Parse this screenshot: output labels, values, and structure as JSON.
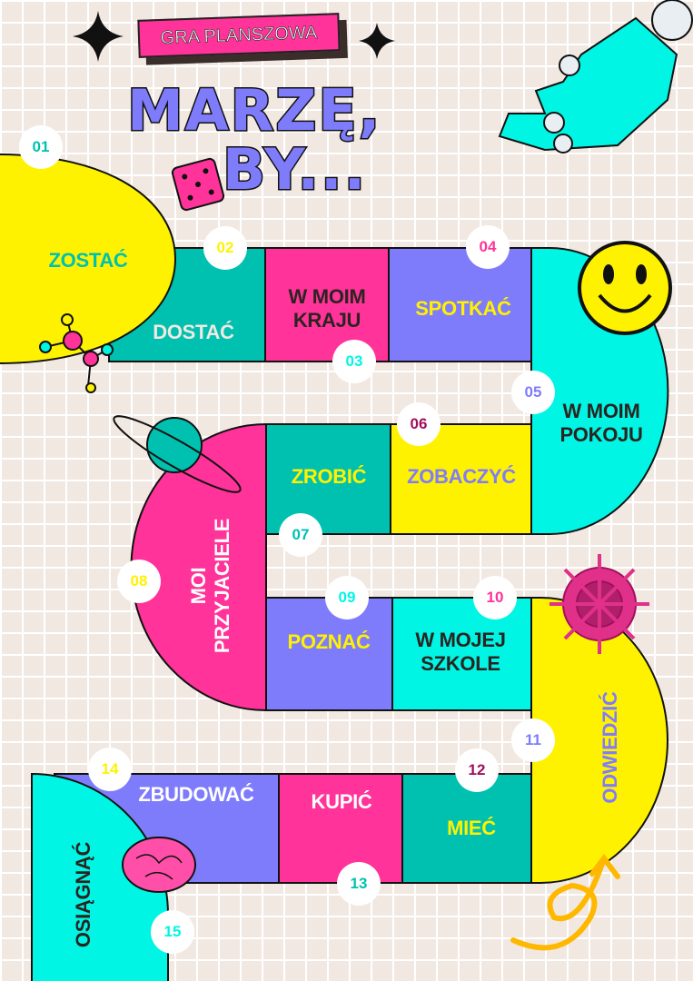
{
  "header": {
    "tag": "GRA PLANSZOWA",
    "title_line1": "MARZĘ,",
    "title_line2": "BY..."
  },
  "colors": {
    "yellow": "#fff200",
    "teal": "#00c1b0",
    "pink": "#ff3399",
    "purple": "#7f7cfc",
    "cyan": "#00f5e4",
    "dark": "#2b2420",
    "magenta": "#a0105a"
  },
  "fields": [
    {
      "num": "01",
      "label": "ZOSTAĆ"
    },
    {
      "num": "02",
      "label": "DOSTAĆ"
    },
    {
      "num": "03",
      "label": "W MOIM KRAJU"
    },
    {
      "num": "04",
      "label": "SPOTKAĆ"
    },
    {
      "num": "05",
      "label": "W MOIM POKOJU"
    },
    {
      "num": "06",
      "label": "ZOBACZYĆ"
    },
    {
      "num": "07",
      "label": "ZROBIĆ"
    },
    {
      "num": "08",
      "label": "MOI PRZYJACIELE"
    },
    {
      "num": "09",
      "label": "POZNAĆ"
    },
    {
      "num": "10",
      "label": "W MOJEJ SZKOLE"
    },
    {
      "num": "11",
      "label": "ODWIEDZIĆ"
    },
    {
      "num": "12",
      "label": "MIEĆ"
    },
    {
      "num": "13",
      "label": "KUPIĆ"
    },
    {
      "num": "14",
      "label": "ZBUDOWAĆ"
    },
    {
      "num": "15",
      "label": "OSIĄGNĄĆ"
    }
  ],
  "icons": [
    "sparkle-icon",
    "dice-icon",
    "hand-icon",
    "smiley-icon",
    "molecule-icon",
    "planet-icon",
    "virus-icon",
    "brain-icon",
    "arrow-icon"
  ]
}
